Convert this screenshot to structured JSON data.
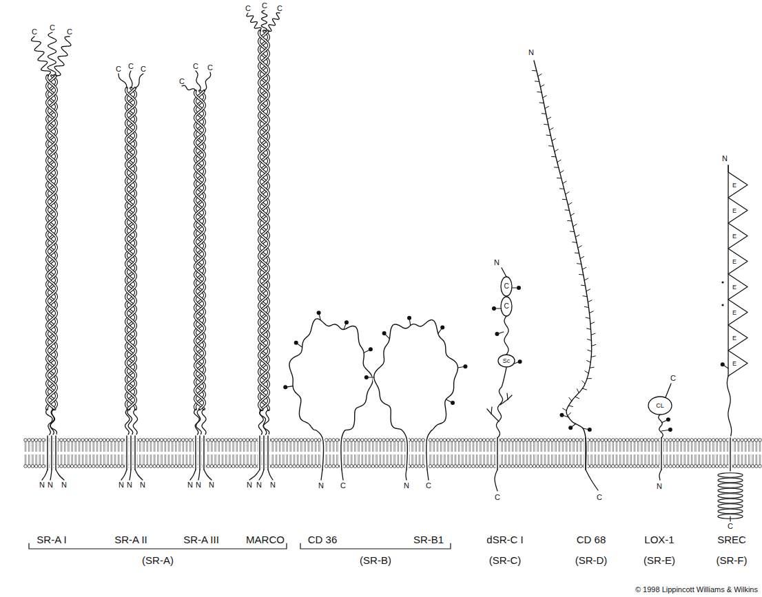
{
  "diagram": {
    "labels": [
      "C",
      "C",
      "C",
      "N",
      "N",
      "N",
      "C",
      "C",
      "C",
      "N",
      "N",
      "N",
      "C",
      "C",
      "C",
      "N",
      "N",
      "N",
      "C",
      "C",
      "C",
      "N",
      "N",
      "N",
      "N",
      "C",
      "N",
      "C",
      "N",
      "C",
      "C",
      "Sc",
      "C",
      "N",
      "C",
      "C",
      "CL",
      "N",
      "N",
      "E",
      "E",
      "E",
      "E",
      "E",
      "E",
      "E",
      "E",
      "C",
      "SR-A I",
      "SR-A II",
      "SR-A III",
      "MARCO",
      "CD 36",
      "SR-B1",
      "dSR-C I",
      "CD 68",
      "LOX-1",
      "SREC",
      "(SR-A)",
      "(SR-B)",
      "(SR-C)",
      "(SR-D)",
      "(SR-E)",
      "(SR-F)",
      "© 1998 Lippincott Williams & Wilkins"
    ]
  }
}
